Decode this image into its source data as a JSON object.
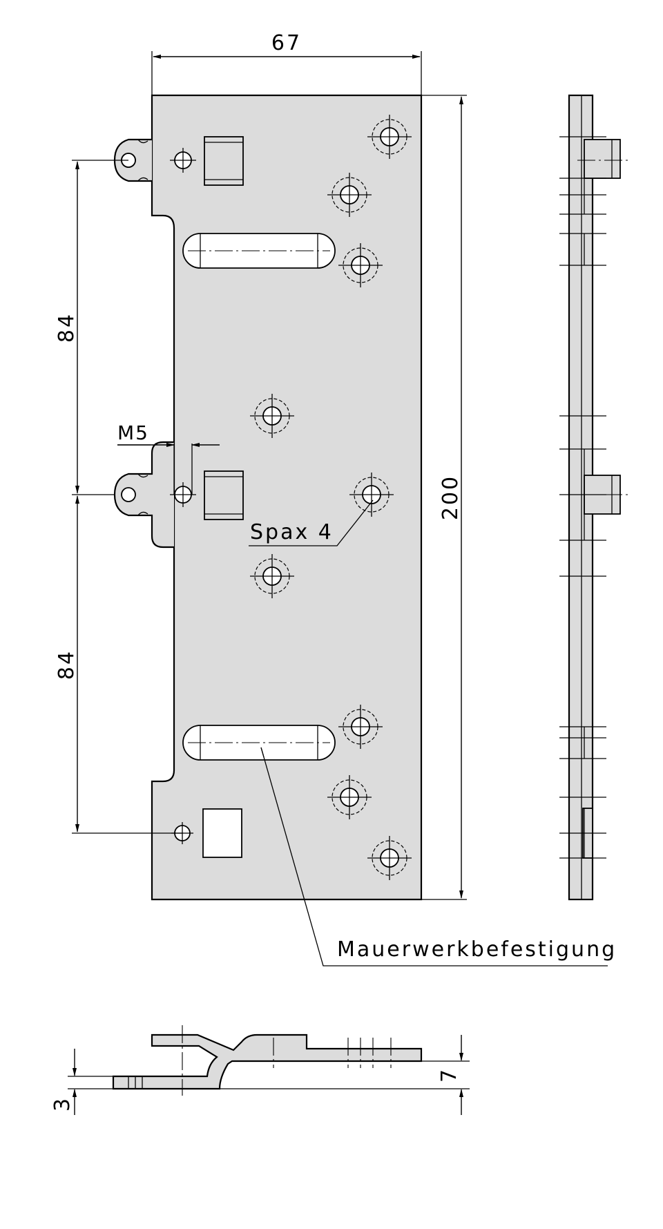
{
  "dimensions": {
    "width": "67",
    "height": "200",
    "spacing_upper": "84",
    "spacing_lower": "84",
    "thread": "M5",
    "offset_small": "3",
    "offset_large": "7"
  },
  "callouts": {
    "screw": "Spax 4",
    "masonry": "Mauerwerkbefestigung"
  },
  "colors": {
    "plate_fill": "#dcdcdc",
    "line": "#000000"
  }
}
